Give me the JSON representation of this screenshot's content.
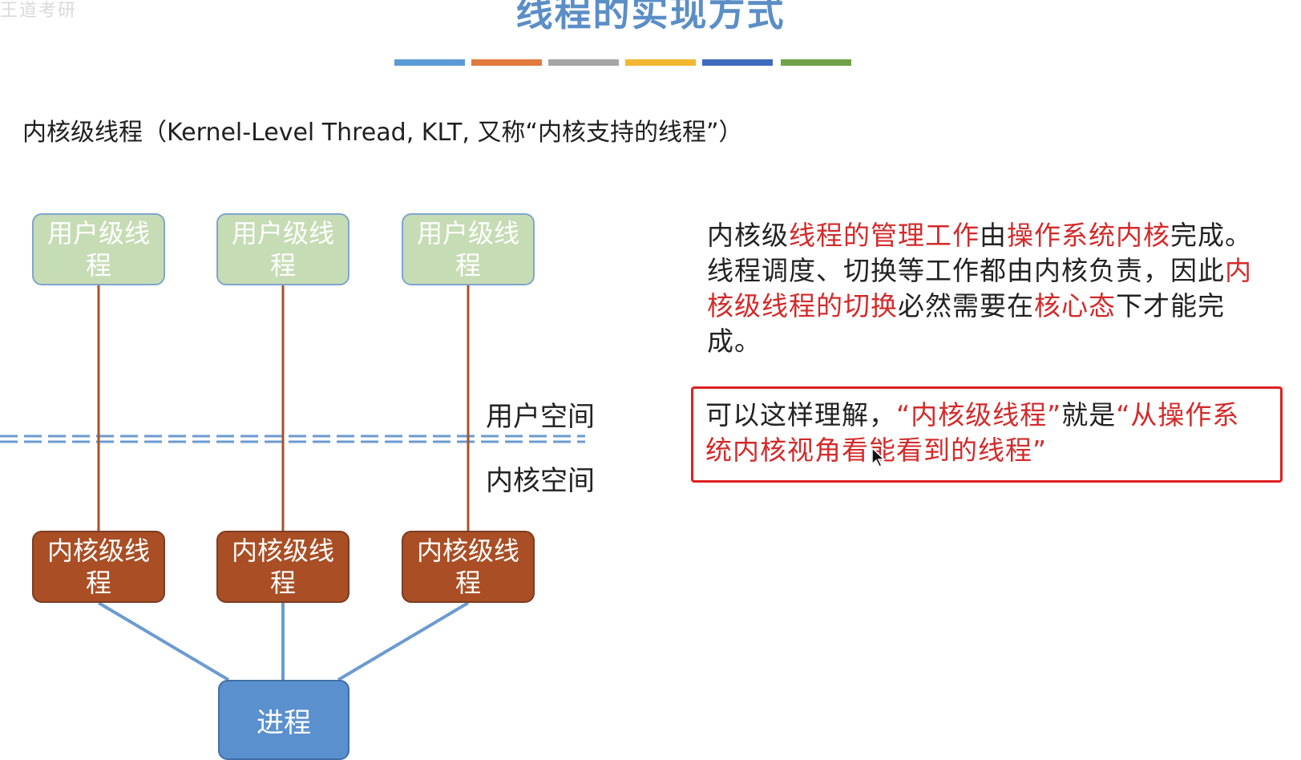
{
  "header": {
    "logo_text": "王道考研",
    "title": "线程的实现方式",
    "accent_colors": [
      "#5b9bd5",
      "#e07a3e",
      "#a5a5a5",
      "#f2b731",
      "#3f6bbf",
      "#70a24a"
    ]
  },
  "subtitle": "内核级线程（Kernel-Level Thread, KLT, 又称“内核支持的线程”）",
  "diagram": {
    "user_threads": [
      "用户级线程",
      "用户级线程",
      "用户级线程"
    ],
    "kernel_threads": [
      "内核级线程",
      "内核级线程",
      "内核级线程"
    ],
    "process": "进程",
    "user_space_label": "用户空间",
    "kernel_space_label": "内核空间",
    "colors": {
      "user_box": "#c6dcb4",
      "kernel_box": "#aa4e25",
      "process_box": "#5b90cf",
      "link": "#a5532c",
      "process_link": "#6b9bd0",
      "divider": "#6b9bd0"
    }
  },
  "description": {
    "p1_a": "内核级",
    "p1_b": "线程的管理工作",
    "p1_c": "由",
    "p1_d": "操作系统内核",
    "p1_e": "完成。线程调度、切换等工作都由内核负责，因此",
    "p1_f": "内核级线程的切换",
    "p1_g": "必然需要在",
    "p1_h": "核心态",
    "p1_i": "下才能完成。"
  },
  "note": {
    "a": "可以这样理解，",
    "b": "“内核级线程”",
    "c": "就是",
    "d": "“从操作系统内核视角看能看到的线程”",
    "border_color": "#e02020"
  }
}
